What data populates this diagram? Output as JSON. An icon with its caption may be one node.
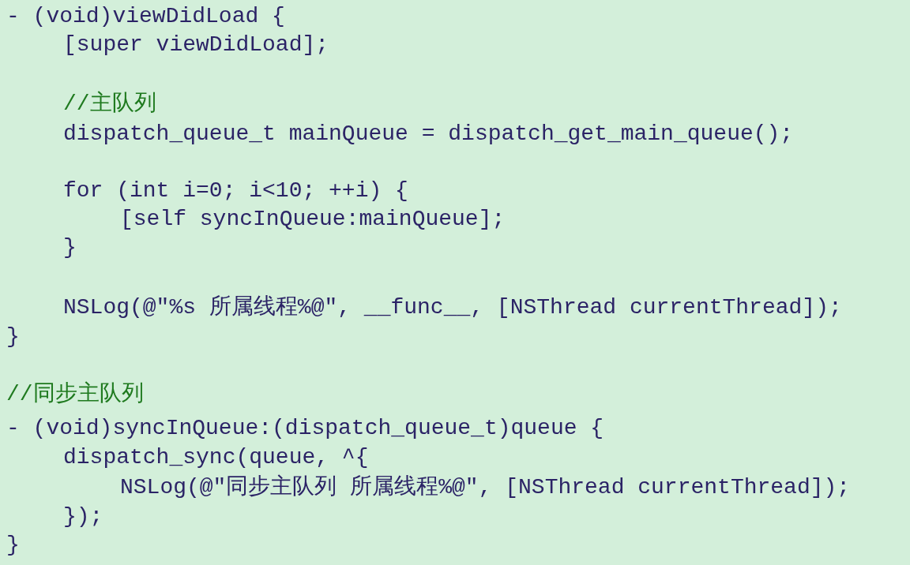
{
  "diagram": {
    "labels": [
      "- (void)viewDidLoad {",
      "[super viewDidLoad];",
      "//主队列",
      "dispatch_queue_t mainQueue = dispatch_get_main_queue();",
      "for (int i=0; i<10; ++i) {",
      "[self syncInQueue:mainQueue];",
      "}",
      "NSLog(@\"%s 所属线程%@\", __func__, [NSThread currentThread]);",
      "}",
      "//同步主队列",
      "- (void)syncInQueue:(dispatch_queue_t)queue {",
      "dispatch_sync(queue, ^{",
      "NSLog(@\"同步主队列 所属线程%@\", [NSThread currentThread]);",
      "});",
      "}"
    ]
  }
}
